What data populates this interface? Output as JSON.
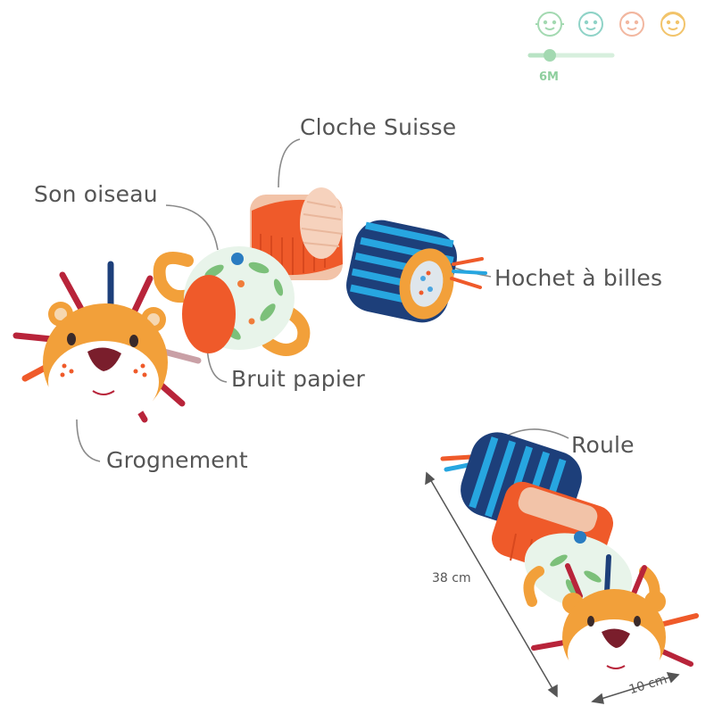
{
  "age_indicator": {
    "label": "6M",
    "faces": [
      "baby-face-icon",
      "toddler-face-icon",
      "child-face-icon",
      "child-older-face-icon"
    ],
    "face_colors": [
      "#a3d9b1",
      "#8fd3c7",
      "#f2b7a0",
      "#f2c46b"
    ],
    "slider_color": "#b8e3c4"
  },
  "labels": {
    "cloche": "Cloche Suisse",
    "oiseau": "Son oiseau",
    "hochet": "Hochet à billes",
    "bruit": "Bruit papier",
    "grognement": "Grognement",
    "roule": "Roule"
  },
  "dimensions": {
    "length": "38 cm",
    "width": "10 cm"
  },
  "colors": {
    "orange": "#ef5a2a",
    "lion_orange": "#f2a03a",
    "navy": "#1d3f7a",
    "stripe_blue": "#27a6e0",
    "ribbon_red": "#b8243a",
    "leaf_green": "#7cc07a",
    "callout_line": "#888888"
  }
}
